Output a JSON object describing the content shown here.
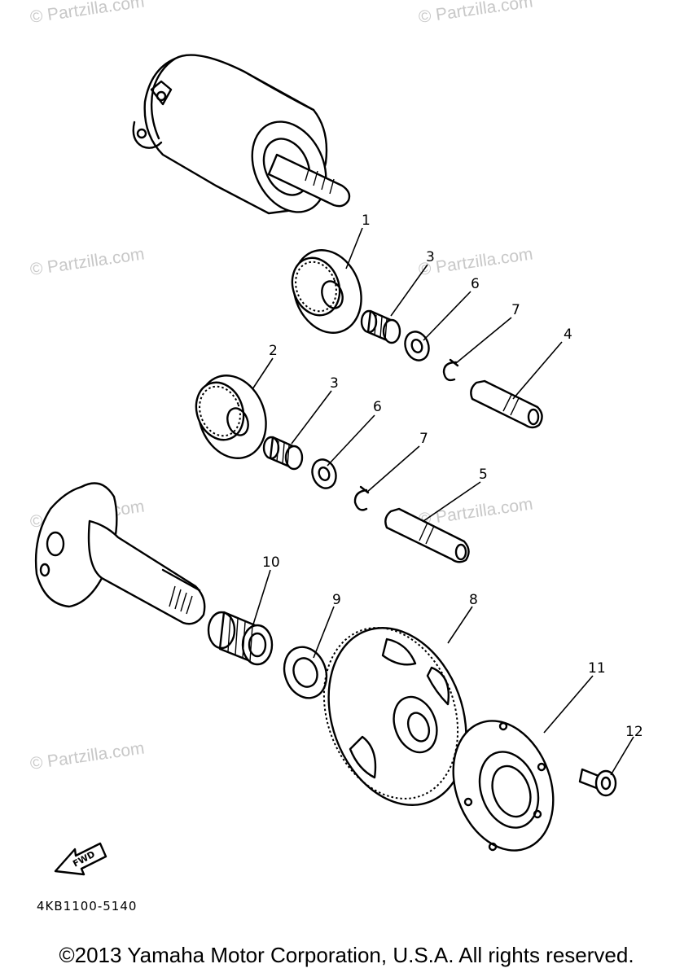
{
  "watermark": {
    "text": "© Partzilla.com"
  },
  "callouts": [
    {
      "id": "c1",
      "label": "1"
    },
    {
      "id": "c2",
      "label": "2"
    },
    {
      "id": "c3a",
      "label": "3"
    },
    {
      "id": "c3b",
      "label": "3"
    },
    {
      "id": "c4",
      "label": "4"
    },
    {
      "id": "c5",
      "label": "5"
    },
    {
      "id": "c6a",
      "label": "6"
    },
    {
      "id": "c6b",
      "label": "6"
    },
    {
      "id": "c7a",
      "label": "7"
    },
    {
      "id": "c7b",
      "label": "7"
    },
    {
      "id": "c8",
      "label": "8"
    },
    {
      "id": "c9",
      "label": "9"
    },
    {
      "id": "c10",
      "label": "10"
    },
    {
      "id": "c11",
      "label": "11"
    },
    {
      "id": "c12",
      "label": "12"
    }
  ],
  "fwd_label": "FWD",
  "diagram_code": "4KB1100-5140",
  "copyright": "©2013 Yamaha Motor Corporation, U.S.A. All rights reserved."
}
